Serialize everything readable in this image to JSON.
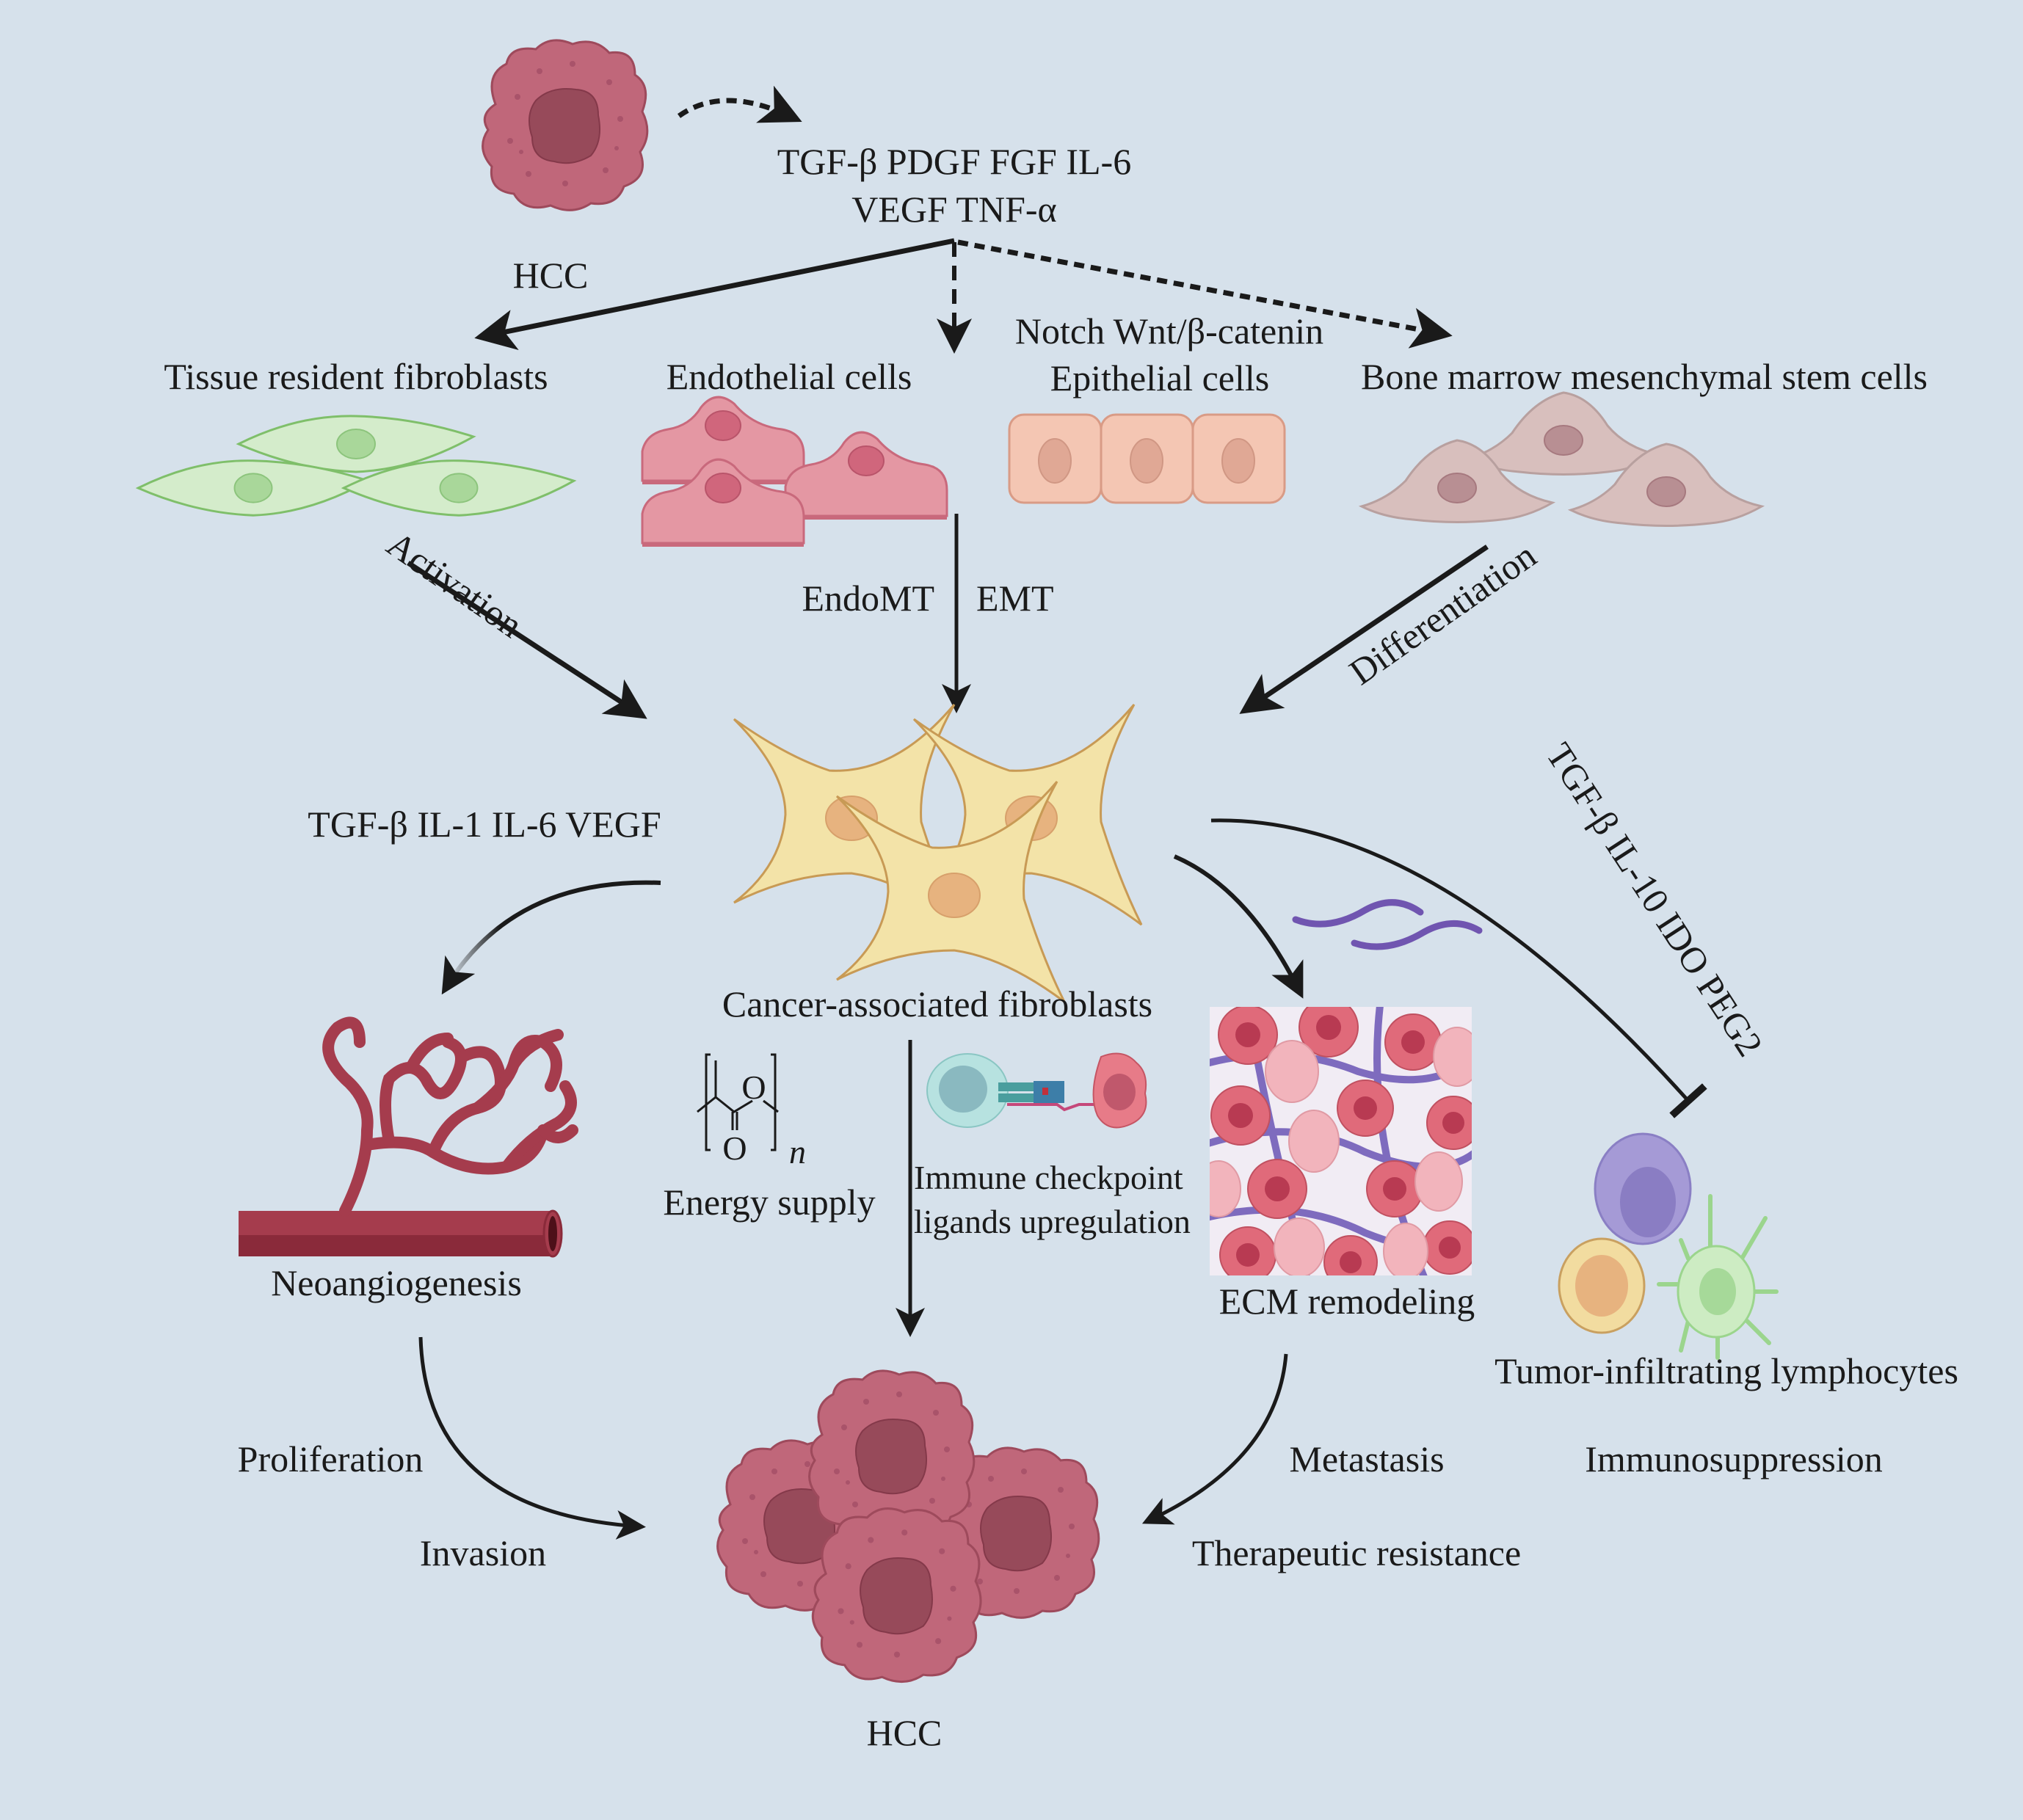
{
  "figure": {
    "title": "Origins and functions of cancer-associated fibroblasts in HCC",
    "colors": {
      "background": "#d6e1eb",
      "hcc_cell": "#c0677a",
      "hcc_nucleus": "#974a5a",
      "fibroblast": "#d4eccb",
      "fibroblast_stroke": "#7fbf6a",
      "endothelial": "#e497a3",
      "epithelial": "#f4c6b3",
      "msc": "#d8bfbd",
      "caf": "#f3e3a8",
      "caf_nucleus": "#e7b37f",
      "vessel": "#a53c4d",
      "arrow": "#1a1a1a"
    },
    "top": {
      "source_cell_label": "HCC",
      "cytokines_line1": "TGF-β PDGF FGF IL-6",
      "cytokines_line2": "VEGF TNF-α"
    },
    "origins": {
      "fibroblasts": "Tissue resident fibroblasts",
      "endothelial": "Endothelial cells",
      "signaling": "Notch Wnt/β-catenin",
      "epithelial": "Epithelial cells",
      "msc": "Bone marrow mesenchymal stem cells"
    },
    "transitions": {
      "activation": "Activation",
      "endomt": "EndoMT",
      "emt": "EMT",
      "differentiation": "Differentiation"
    },
    "caf": {
      "label": "Cancer-associated fibroblasts",
      "secreted_left": "TGF-β IL-1 IL-6 VEGF",
      "secreted_right": "TGF-β IL-10 IDO PEG2"
    },
    "effects": {
      "neoangiogenesis": "Neoangiogenesis",
      "energy_supply": "Energy supply",
      "lactate_O_top": "O",
      "lactate_O_bottom": "O",
      "lactate_n": "n",
      "immune_checkpoint_line1": "Immune checkpoint",
      "immune_checkpoint_line2": "ligands upregulation",
      "ecm": "ECM remodeling",
      "til": "Tumor-infiltrating lymphocytes"
    },
    "outcomes": {
      "proliferation": "Proliferation",
      "invasion": "Invasion",
      "metastasis": "Metastasis",
      "therapeutic_resistance": "Therapeutic resistance",
      "immunosuppression": "Immunosuppression",
      "target_label": "HCC"
    }
  }
}
